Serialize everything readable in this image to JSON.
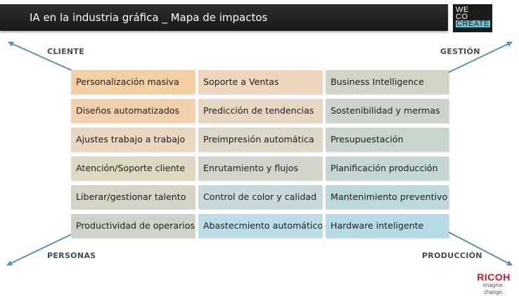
{
  "header": {
    "title": "IA en la industria gráfica _ Mapa de impactos"
  },
  "logo": {
    "line1": "WE",
    "line2": "CO",
    "line3": "CREATE"
  },
  "corners": {
    "top_left": "CLIENTE",
    "top_right": "GESTIÓN",
    "bottom_left": "PERSONAS",
    "bottom_right": "PRODUCCIÓN"
  },
  "columns": [
    {
      "name": "left",
      "items": [
        {
          "label": "Personalización masiva",
          "color": "#f3cfa2"
        },
        {
          "label": "Diseños automatizados",
          "color": "#f1d1ad"
        },
        {
          "label": "Ajustes trabajo a trabajo",
          "color": "#e9d8bf"
        },
        {
          "label": "Atención/Soporte cliente",
          "color": "#ded7c2"
        },
        {
          "label": "Liberar/gestionar talento",
          "color": "#d5d3c4"
        },
        {
          "label": "Productividad de operarios",
          "color": "#cdd3c6"
        }
      ]
    },
    {
      "name": "middle",
      "items": [
        {
          "label": "Soporte a Ventas",
          "color": "#ecd7bd"
        },
        {
          "label": "Predicción de tendencias",
          "color": "#e6d7c3"
        },
        {
          "label": "Preimpresión automática",
          "color": "#dcd7c6"
        },
        {
          "label": "Enrutamiento y flujos",
          "color": "#d1d5c9"
        },
        {
          "label": "Control de color y calidad",
          "color": "#c8d9dc"
        },
        {
          "label": "Abastecmiento automático",
          "color": "#bcdde5"
        }
      ]
    },
    {
      "name": "right",
      "items": [
        {
          "label": "Business Intelligence",
          "color": "#d3d3c6"
        },
        {
          "label": "Sostenibilidad y mermas",
          "color": "#cdd3c8"
        },
        {
          "label": "Presupuestación",
          "color": "#c8d4cc"
        },
        {
          "label": "Planificación producción",
          "color": "#c3d6d3"
        },
        {
          "label": "Mantenimiento preventivo",
          "color": "#bdd8dc"
        },
        {
          "label": "Hardware inteligente",
          "color": "#b6dbe5"
        }
      ]
    }
  ],
  "brand": {
    "name": "RICOH",
    "tagline": "imagine. change."
  },
  "colors": {
    "arrow": "#5a8fb0",
    "title_bar": "#222222",
    "brand_red": "#d4142a"
  }
}
